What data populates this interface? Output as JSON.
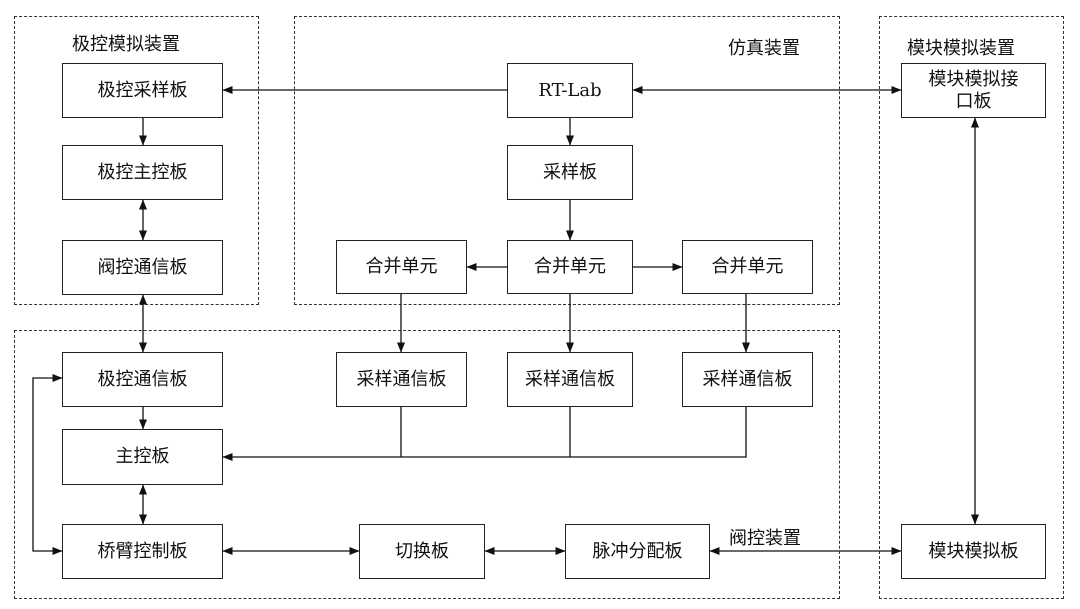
{
  "regions": {
    "pole_sim": "极控模拟装置",
    "simulator": "仿真装置",
    "module_sim": "模块模拟装置",
    "valve_ctrl": "阀控装置"
  },
  "nodes": {
    "pole_sampling": "极控采样板",
    "pole_main": "极控主控板",
    "valve_comm": "阀控通信板",
    "rtlab": "RT-Lab",
    "sampling": "采样板",
    "merge_left": "合并单元",
    "merge_center": "合并单元",
    "merge_right": "合并单元",
    "module_iface_line1": "模块模拟接",
    "module_iface_line2": "口板",
    "pole_comm": "极控通信板",
    "sample_comm_left": "采样通信板",
    "sample_comm_center": "采样通信板",
    "sample_comm_right": "采样通信板",
    "main_ctrl": "主控板",
    "bridge_arm": "桥臂控制板",
    "switch": "切换板",
    "pulse_dist": "脉冲分配板",
    "module_sim_board": "模块模拟板"
  }
}
